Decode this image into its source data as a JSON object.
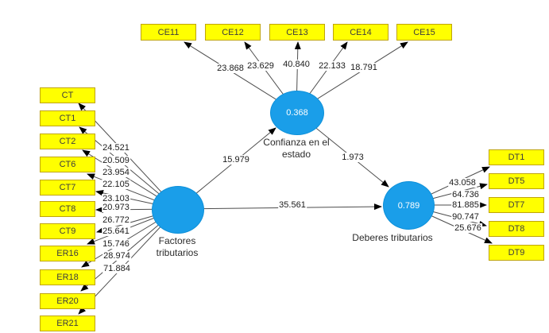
{
  "colors": {
    "indicator_fill": "#ffff00",
    "indicator_border": "#bfa40a",
    "latent_fill": "#1a9ee9",
    "arrow_line": "#4d4d4d",
    "arrow_head": "#000000",
    "latent_value_text": "#ffffff"
  },
  "latents": {
    "confianza": {
      "label": "Confianza en el estado",
      "value": "0.368"
    },
    "factores": {
      "label": "Factores tributarios"
    },
    "deberes": {
      "label": "Deberes tributarios",
      "value": "0.789"
    }
  },
  "paths": [
    {
      "from": "Factores tributarios",
      "to": "Confianza en el estado",
      "value": "15.979"
    },
    {
      "from": "Confianza en el estado",
      "to": "Deberes tributarios",
      "value": "1.973"
    },
    {
      "from": "Factores tributarios",
      "to": "Deberes tributarios",
      "value": "35.561"
    }
  ],
  "indicators": {
    "top": [
      {
        "label": "CE11",
        "loading": "23.868"
      },
      {
        "label": "CE12",
        "loading": "23.629"
      },
      {
        "label": "CE13",
        "loading": "40.840"
      },
      {
        "label": "CE14",
        "loading": "22.133"
      },
      {
        "label": "CE15",
        "loading": "18.791"
      }
    ],
    "left": [
      {
        "label": "CT",
        "loading": "24.521"
      },
      {
        "label": "CT1",
        "loading": "20.509"
      },
      {
        "label": "CT2",
        "loading": "23.954"
      },
      {
        "label": "CT6",
        "loading": "22.105"
      },
      {
        "label": "CT7",
        "loading": "23.103"
      },
      {
        "label": "CT8",
        "loading": "20.973"
      },
      {
        "label": "CT9",
        "loading": "26.772"
      },
      {
        "label": "ER16",
        "loading": "25.641"
      },
      {
        "label": "ER18",
        "loading": "15.746"
      },
      {
        "label": "ER20",
        "loading": "28.974"
      },
      {
        "label": "ER21",
        "loading": "71.884"
      }
    ],
    "right": [
      {
        "label": "DT1",
        "loading": "43.058"
      },
      {
        "label": "DT5",
        "loading": "64.736"
      },
      {
        "label": "DT7",
        "loading": "81.885"
      },
      {
        "label": "DT8",
        "loading": "90.747"
      },
      {
        "label": "DT9",
        "loading": "25.676"
      }
    ]
  }
}
